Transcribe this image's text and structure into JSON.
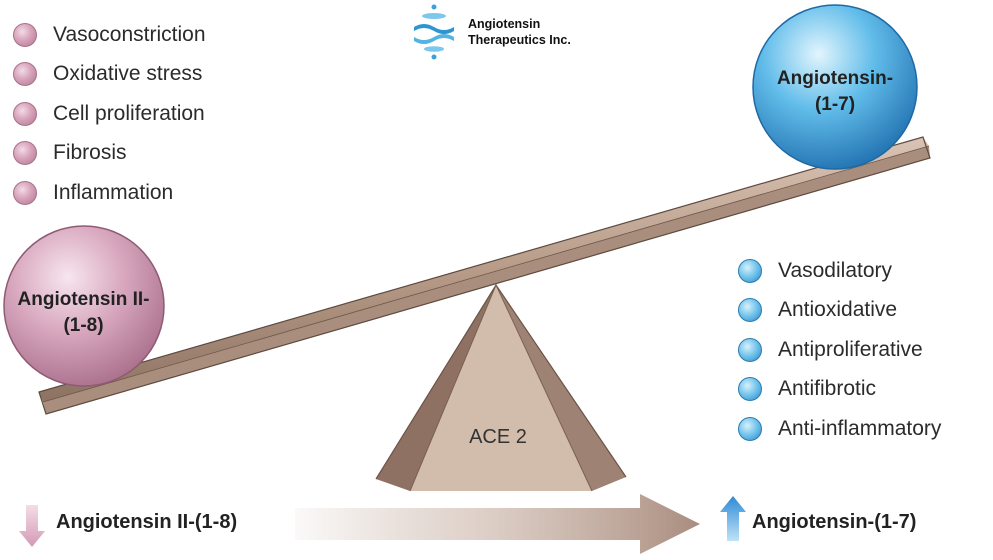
{
  "logo": {
    "icon": "dna-helix-icon",
    "line1": "Angiotensin",
    "line2": "Therapeutics Inc."
  },
  "left_effects": [
    "Vasoconstriction",
    "Oxidative stress",
    "Cell proliferation",
    "Fibrosis",
    "Inflammation"
  ],
  "right_effects": [
    "Vasodilatory",
    "Antioxidative",
    "Antiproliferative",
    "Antifibrotic",
    "Anti-inflammatory"
  ],
  "balls": {
    "left": {
      "line1": "Angiotensin II-",
      "line2": "(1-8)",
      "color": "#c48aa6"
    },
    "right": {
      "line1": "Angiotensin-",
      "line2": "(1-7)",
      "color": "#3f9ad6"
    }
  },
  "fulcrum": {
    "label": "ACE 2",
    "color": "#b29484"
  },
  "bottom": {
    "left_label": "Angiotensin II-(1-8)",
    "right_label": "Angiotensin-(1-7)",
    "left_arrow": "arrow-down-icon",
    "right_arrow": "arrow-up-icon",
    "left_arrow_color": "#dba7bf",
    "right_arrow_color": "#3e98dc",
    "main_arrow_color": "#b59a8b"
  }
}
